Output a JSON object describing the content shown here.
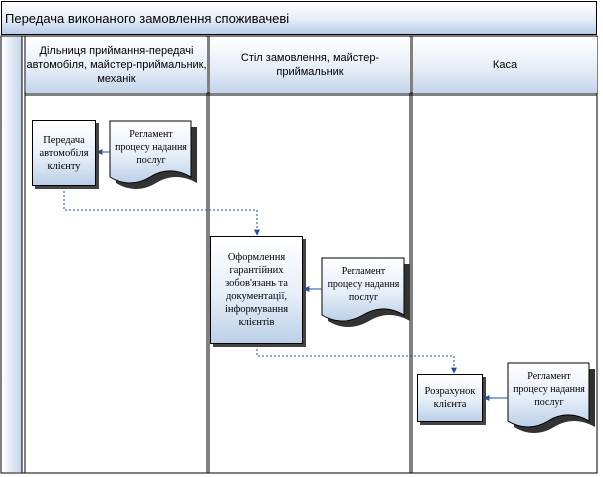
{
  "diagram": {
    "title": "Передача виконаного замовлення споживачеві",
    "lanes": [
      {
        "label": "Дільниця приймання-передачі автомобіля, майстер-приймальник, механік"
      },
      {
        "label": "Стіл замовлення, майстер-приймальник"
      },
      {
        "label": "Каса"
      }
    ],
    "processes": [
      {
        "label": "Передача автомобіля клієнту"
      },
      {
        "label": "Оформлення гарантійних зобов'язань та документації, інформування клієнтів"
      },
      {
        "label": "Розрахунок клієнта"
      }
    ],
    "documents": [
      {
        "label": "Регламент процесу надання послуг"
      },
      {
        "label": "Регламент процесу надання послуг"
      },
      {
        "label": "Регламент процесу надання послуг"
      }
    ],
    "colors": {
      "connector": "#1f4f9a",
      "fill_top": "#ffffff",
      "fill_bottom": "#bcd0e8",
      "outline": "#000000"
    }
  }
}
